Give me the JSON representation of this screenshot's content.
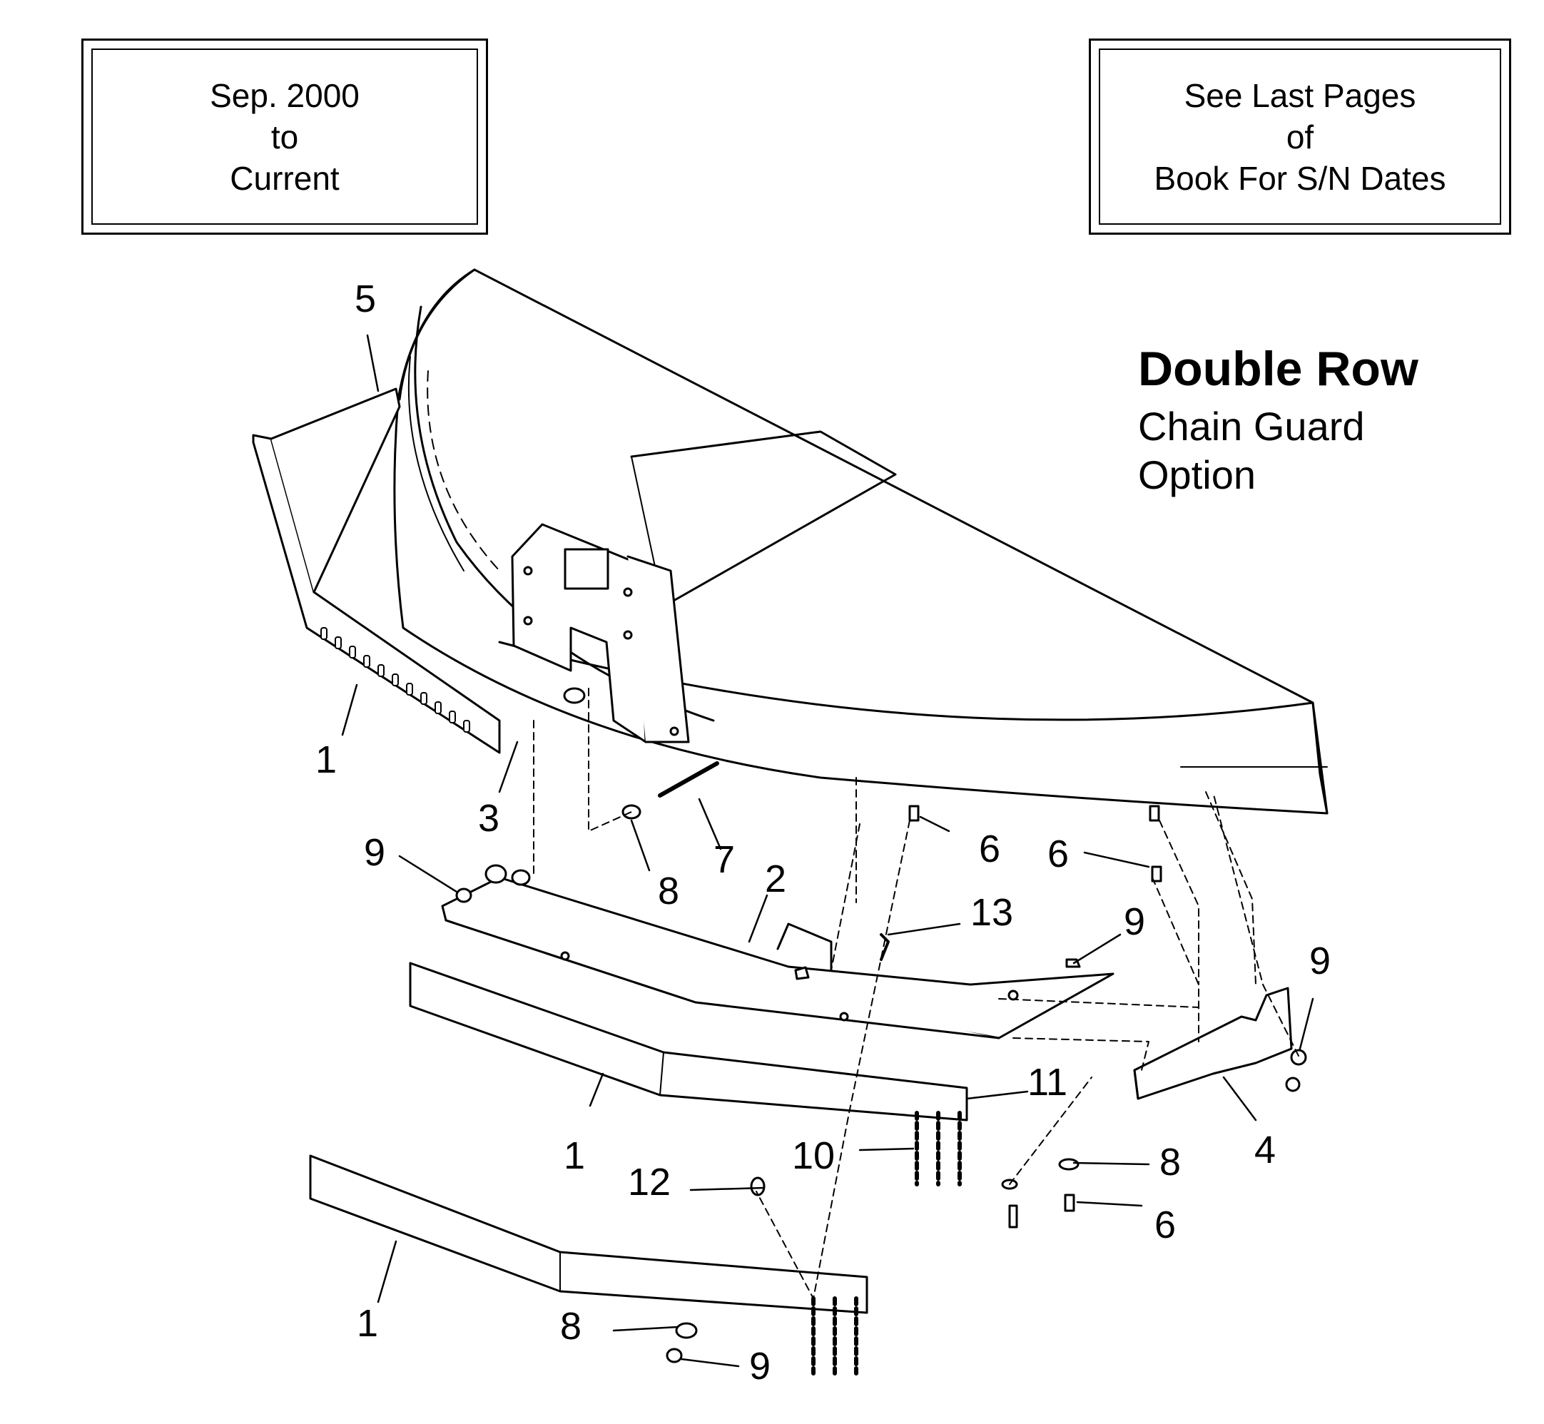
{
  "date_box": {
    "line1": "Sep. 2000",
    "line2": "to",
    "line3": "Current"
  },
  "note_box": {
    "line1": "See Last Pages",
    "line2": "of",
    "line3": "Book For S/N Dates"
  },
  "title": {
    "main": "Double Row",
    "sub1": "Chain Guard",
    "sub2": "Option"
  },
  "callouts": [
    "5",
    "1",
    "3",
    "9",
    "8",
    "7",
    "2",
    "6",
    "6",
    "13",
    "9",
    "9",
    "11",
    "1",
    "10",
    "12",
    "8",
    "4",
    "6",
    "1",
    "8",
    "9"
  ]
}
